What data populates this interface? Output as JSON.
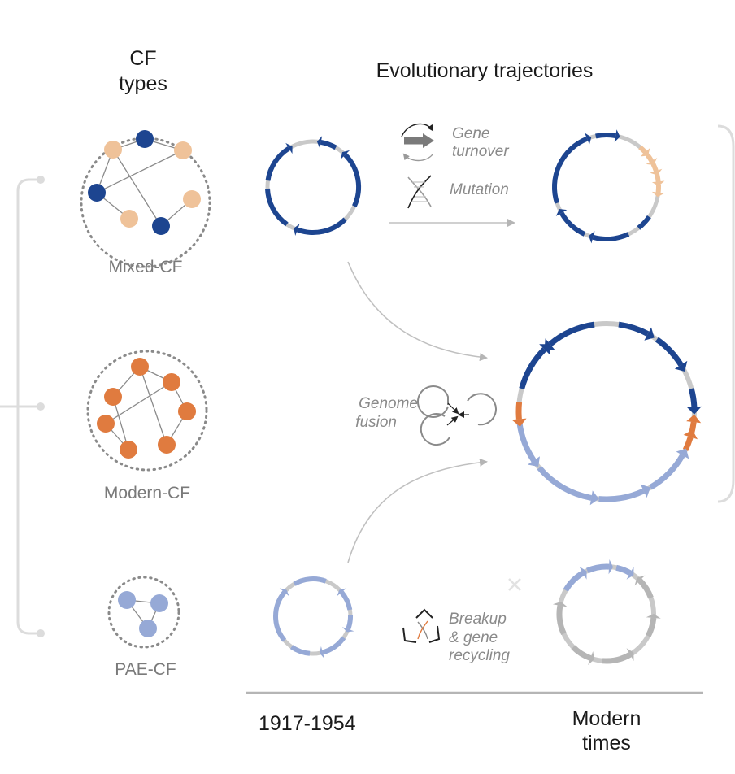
{
  "colors": {
    "dark_blue": "#1d4590",
    "light_orange": "#efc299",
    "orange": "#e07b3f",
    "light_blue": "#96a9d6",
    "gray_segment": "#c9c9c9",
    "gray_arrow": "#b5b5b5",
    "process_icon": "#7a7a7a"
  },
  "headings": {
    "cf_types": [
      "CF",
      "types"
    ],
    "trajectories": "Evolutionary trajectories"
  },
  "cf_types": [
    {
      "label": "Mixed-CF"
    },
    {
      "label": "Modern-CF"
    },
    {
      "label": "PAE-CF"
    }
  ],
  "processes": {
    "gene_turnover": [
      "Gene",
      "turnover"
    ],
    "mutation": "Mutation",
    "genome_fusion": [
      "Genome",
      "fusion"
    ],
    "breakup": [
      "Breakup",
      "& gene",
      "recycling"
    ]
  },
  "timeline": {
    "start": "1917-1954",
    "end": [
      "Modern",
      "times"
    ]
  },
  "icons": {
    "gene_turnover": "gene-turnover-icon",
    "mutation": "dna-mutation-icon",
    "genome_fusion": "genome-fusion-icon",
    "breakup": "recycling-dna-icon"
  }
}
